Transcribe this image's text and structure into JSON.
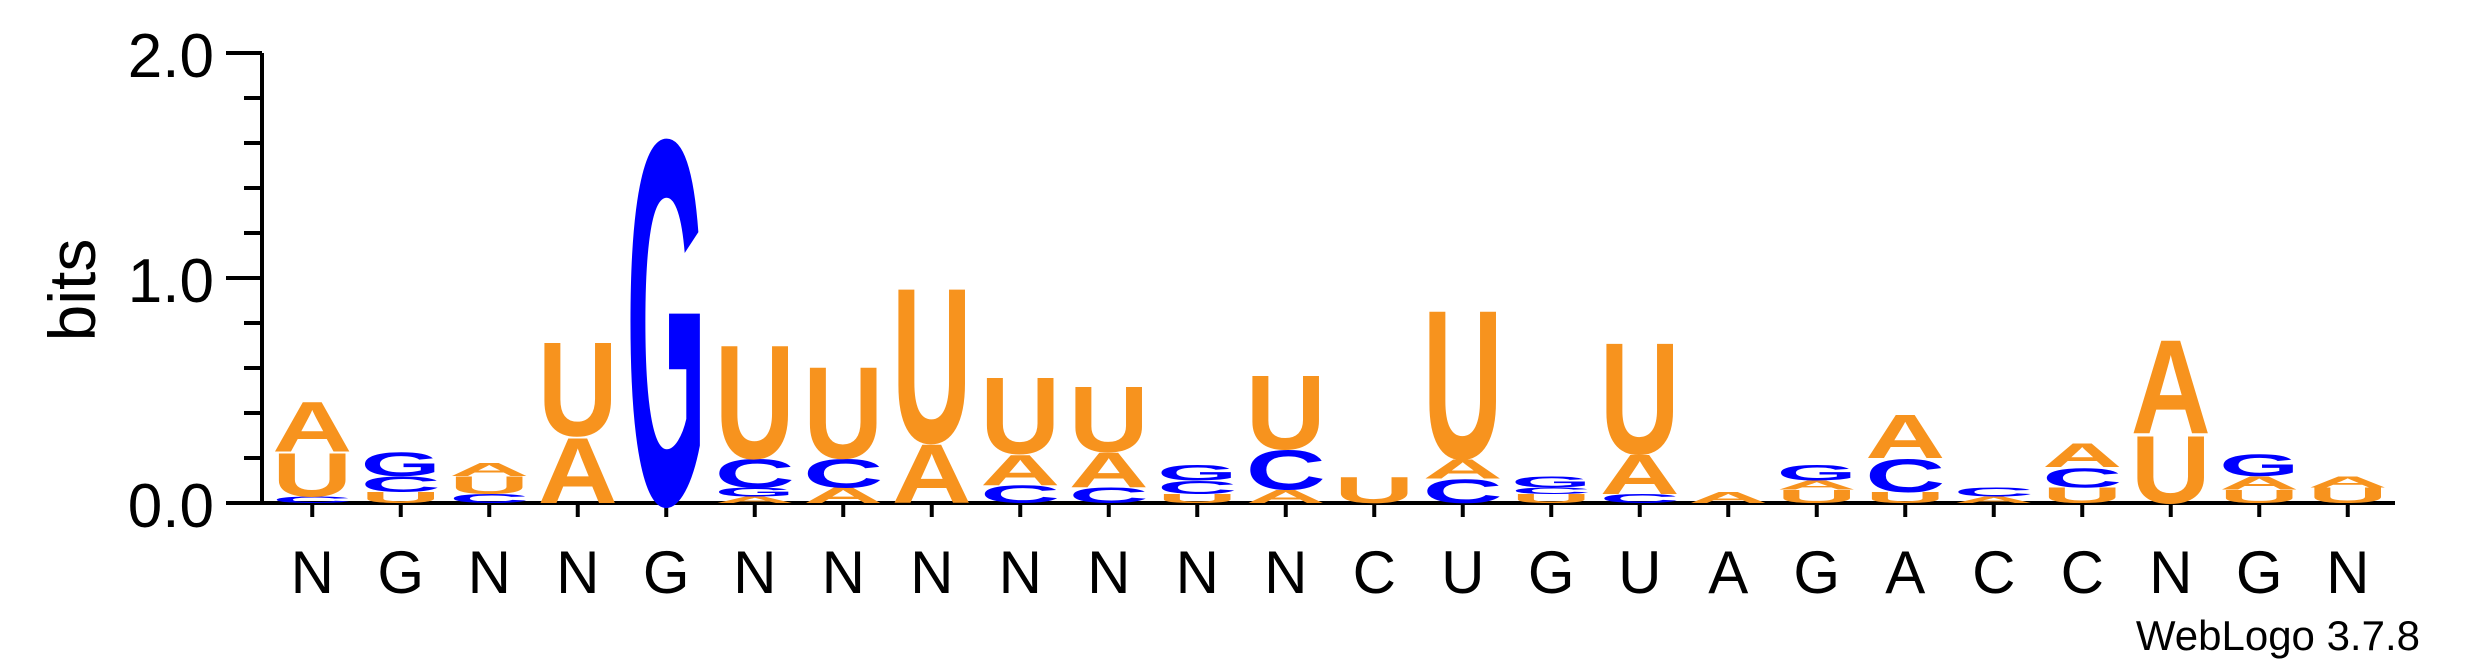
{
  "chart_data": {
    "type": "sequence-logo",
    "ylabel": "bits",
    "ylim": [
      0,
      2
    ],
    "y_ticks": [
      "0.0",
      "1.0",
      "2.0"
    ],
    "credit": "WebLogo 3.7.8",
    "colors": {
      "A": "#f7931e",
      "U": "#f7931e",
      "C": "#0000ff",
      "G": "#0000ff"
    },
    "positions": [
      {
        "label": "N",
        "stack": [
          [
            "C",
            0.03
          ],
          [
            "U",
            0.2
          ],
          [
            "A",
            0.23
          ]
        ]
      },
      {
        "label": "G",
        "stack": [
          [
            "U",
            0.05
          ],
          [
            "C",
            0.07
          ],
          [
            "G",
            0.11
          ]
        ]
      },
      {
        "label": "N",
        "stack": [
          [
            "C",
            0.04
          ],
          [
            "U",
            0.08
          ],
          [
            "A",
            0.06
          ]
        ]
      },
      {
        "label": "N",
        "stack": [
          [
            "A",
            0.3
          ],
          [
            "U",
            0.43
          ]
        ]
      },
      {
        "label": "G",
        "stack": [
          [
            "G",
            1.67
          ]
        ]
      },
      {
        "label": "N",
        "stack": [
          [
            "A",
            0.03
          ],
          [
            "G",
            0.04
          ],
          [
            "C",
            0.13
          ],
          [
            "U",
            0.52
          ]
        ]
      },
      {
        "label": "N",
        "stack": [
          [
            "A",
            0.07
          ],
          [
            "C",
            0.13
          ],
          [
            "U",
            0.42
          ]
        ]
      },
      {
        "label": "N",
        "stack": [
          [
            "A",
            0.27
          ],
          [
            "U",
            0.71
          ]
        ]
      },
      {
        "label": "N",
        "stack": [
          [
            "C",
            0.08
          ],
          [
            "A",
            0.14
          ],
          [
            "U",
            0.35
          ]
        ]
      },
      {
        "label": "N",
        "stack": [
          [
            "C",
            0.07
          ],
          [
            "A",
            0.16
          ],
          [
            "U",
            0.3
          ]
        ]
      },
      {
        "label": "N",
        "stack": [
          [
            "U",
            0.04
          ],
          [
            "C",
            0.06
          ],
          [
            "G",
            0.07
          ]
        ]
      },
      {
        "label": "N",
        "stack": [
          [
            "A",
            0.06
          ],
          [
            "C",
            0.18
          ],
          [
            "U",
            0.34
          ]
        ]
      },
      {
        "label": "C",
        "stack": [
          [
            "U",
            0.12
          ]
        ]
      },
      {
        "label": "U",
        "stack": [
          [
            "C",
            0.11
          ],
          [
            "A",
            0.09
          ],
          [
            "U",
            0.68
          ]
        ]
      },
      {
        "label": "G",
        "stack": [
          [
            "U",
            0.04
          ],
          [
            "C",
            0.03
          ],
          [
            "G",
            0.05
          ]
        ]
      },
      {
        "label": "U",
        "stack": [
          [
            "C",
            0.04
          ],
          [
            "A",
            0.18
          ],
          [
            "U",
            0.51
          ]
        ]
      },
      {
        "label": "A",
        "stack": [
          [
            "A",
            0.05
          ]
        ]
      },
      {
        "label": "G",
        "stack": [
          [
            "U",
            0.06
          ],
          [
            "A",
            0.04
          ],
          [
            "G",
            0.07
          ]
        ]
      },
      {
        "label": "A",
        "stack": [
          [
            "U",
            0.05
          ],
          [
            "C",
            0.15
          ],
          [
            "A",
            0.2
          ]
        ]
      },
      {
        "label": "C",
        "stack": [
          [
            "A",
            0.03
          ],
          [
            "C",
            0.04
          ]
        ]
      },
      {
        "label": "C",
        "stack": [
          [
            "U",
            0.07
          ],
          [
            "C",
            0.09
          ],
          [
            "A",
            0.11
          ]
        ]
      },
      {
        "label": "N",
        "stack": [
          [
            "U",
            0.31
          ],
          [
            "A",
            0.43
          ]
        ]
      },
      {
        "label": "G",
        "stack": [
          [
            "U",
            0.06
          ],
          [
            "A",
            0.06
          ],
          [
            "G",
            0.1
          ]
        ]
      },
      {
        "label": "N",
        "stack": [
          [
            "U",
            0.07
          ],
          [
            "A",
            0.05
          ]
        ]
      }
    ]
  }
}
